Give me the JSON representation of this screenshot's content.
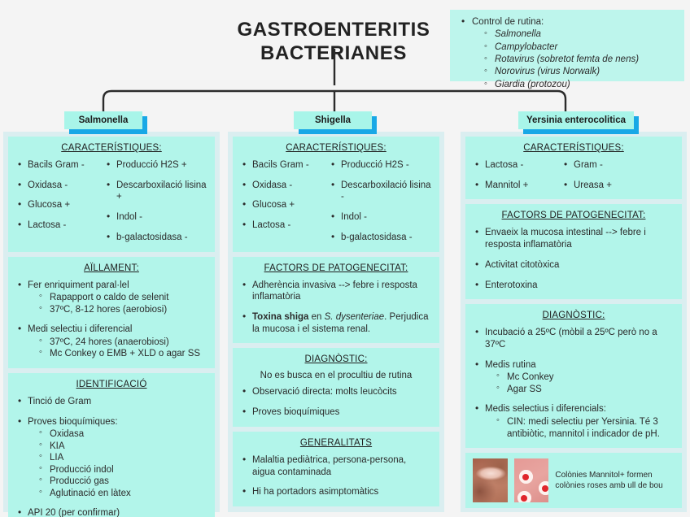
{
  "title": "GASTROENTERITIS\nBACTERIANES",
  "title_line1": "GASTROENTERITIS",
  "title_line2": "BACTERIANES",
  "colors": {
    "page_background": "#f4f4f4",
    "column_background": "#daeef0",
    "card_background": "#b2f5ea",
    "badge_background": "#a8f5e9",
    "badge_shadow": "#18a8e6",
    "text": "#2b2b2b"
  },
  "routine_box": {
    "heading": "Control de rutina:",
    "items": [
      "Salmonella",
      "Campylobacter",
      "Rotavirus (sobretot femta de nens)",
      "Norovirus (virus Norwalk)",
      "Giardia (protozou)"
    ]
  },
  "columns": [
    {
      "badge": "Salmonella",
      "cards": [
        {
          "title": "CARACTERÍSTIQUES:",
          "layout": "two-col",
          "left": [
            "Bacils Gram -",
            "Oxidasa -",
            "Glucosa +",
            "Lactosa -"
          ],
          "right": [
            "Producció H2S +",
            "Descarboxilació lisina +",
            "Indol -",
            "b-galactosidasa -"
          ]
        },
        {
          "title": "AÏLLAMENT:",
          "layout": "nested",
          "items": [
            {
              "text": "Fer enriquiment paral·lel",
              "sub": [
                "Rapapport o caldo de selenit",
                "37ºC, 8-12 hores (aerobiosi)"
              ]
            },
            {
              "text": "Medi selectiu i diferencial",
              "sub": [
                "37ºC, 24 hores (anaerobiosi)",
                "Mc Conkey o EMB + XLD o agar SS"
              ]
            }
          ]
        },
        {
          "title": "IDENTIFICACIÓ",
          "layout": "nested",
          "items": [
            {
              "text": "Tinció de Gram",
              "sub": []
            },
            {
              "text": "Proves bioquímiques:",
              "sub": [
                "Oxidasa",
                "KIA",
                "LIA",
                "Producció indol",
                "Producció gas",
                "Aglutinació en làtex"
              ]
            },
            {
              "text": "API 20 (per confirmar)",
              "sub": []
            }
          ]
        }
      ]
    },
    {
      "badge": "Shigella",
      "cards": [
        {
          "title": "CARACTERÍSTIQUES:",
          "layout": "two-col",
          "left": [
            "Bacils Gram -",
            "Oxidasa -",
            "Glucosa +",
            "Lactosa -"
          ],
          "right": [
            "Producció H2S -",
            "Descarboxilació lisina -",
            "Indol -",
            "b-galactosidasa -"
          ]
        },
        {
          "title": "FACTORS DE PATOGENECITAT:",
          "layout": "rich",
          "items_html": [
            "Adherència invasiva --> febre i resposta inflamatòria",
            "<b>Toxina shiga</b> en <i>S. dysenteriae</i>. Perjudica la mucosa i el sistema renal."
          ]
        },
        {
          "title": "DIAGNÒSTIC:",
          "layout": "note-plus-list",
          "note": "No es busca en el procultiu de rutina",
          "items": [
            "Observació directa: molts leucòcits",
            "Proves bioquímiques"
          ]
        },
        {
          "title": "GENERALITATS",
          "layout": "simple",
          "items": [
            "Malaltia pediàtrica, persona-persona, aigua contaminada",
            "Hi ha portadors asimptomàtics"
          ]
        }
      ]
    },
    {
      "badge": "Yersinia enterocolitica",
      "cards": [
        {
          "title": "CARACTERÍSTIQUES:",
          "layout": "two-col",
          "left": [
            "Lactosa -",
            "Mannitol +"
          ],
          "right": [
            "Gram -",
            "Ureasa +"
          ]
        },
        {
          "title": "FACTORS DE PATOGENECITAT:",
          "layout": "simple",
          "items": [
            "Envaeix la mucosa intestinal --> febre i resposta inflamatòria",
            "Activitat citotòxica",
            "Enterotoxina"
          ]
        },
        {
          "title": "DIAGNÒSTIC:",
          "layout": "nested",
          "items": [
            {
              "text": " Incubació a 25ºC (mòbil a 25ºC però no a 37ºC",
              "sub": []
            },
            {
              "text": "Medis rutina",
              "sub": [
                "Mc Conkey",
                "Agar SS"
              ]
            },
            {
              "text": "Medis selectius i diferencials:",
              "sub": [
                "CIN: medi selectiu per Yersinia. Té 3 antibiòtic, mannitol i indicador de pH."
              ]
            }
          ]
        }
      ],
      "photo_card": {
        "photo1_name": "agar-plate-photo",
        "photo2_name": "mannitol-colonies-photo",
        "caption": "Colònies Mannitol+ formen colònies roses amb ull de bou"
      }
    }
  ]
}
